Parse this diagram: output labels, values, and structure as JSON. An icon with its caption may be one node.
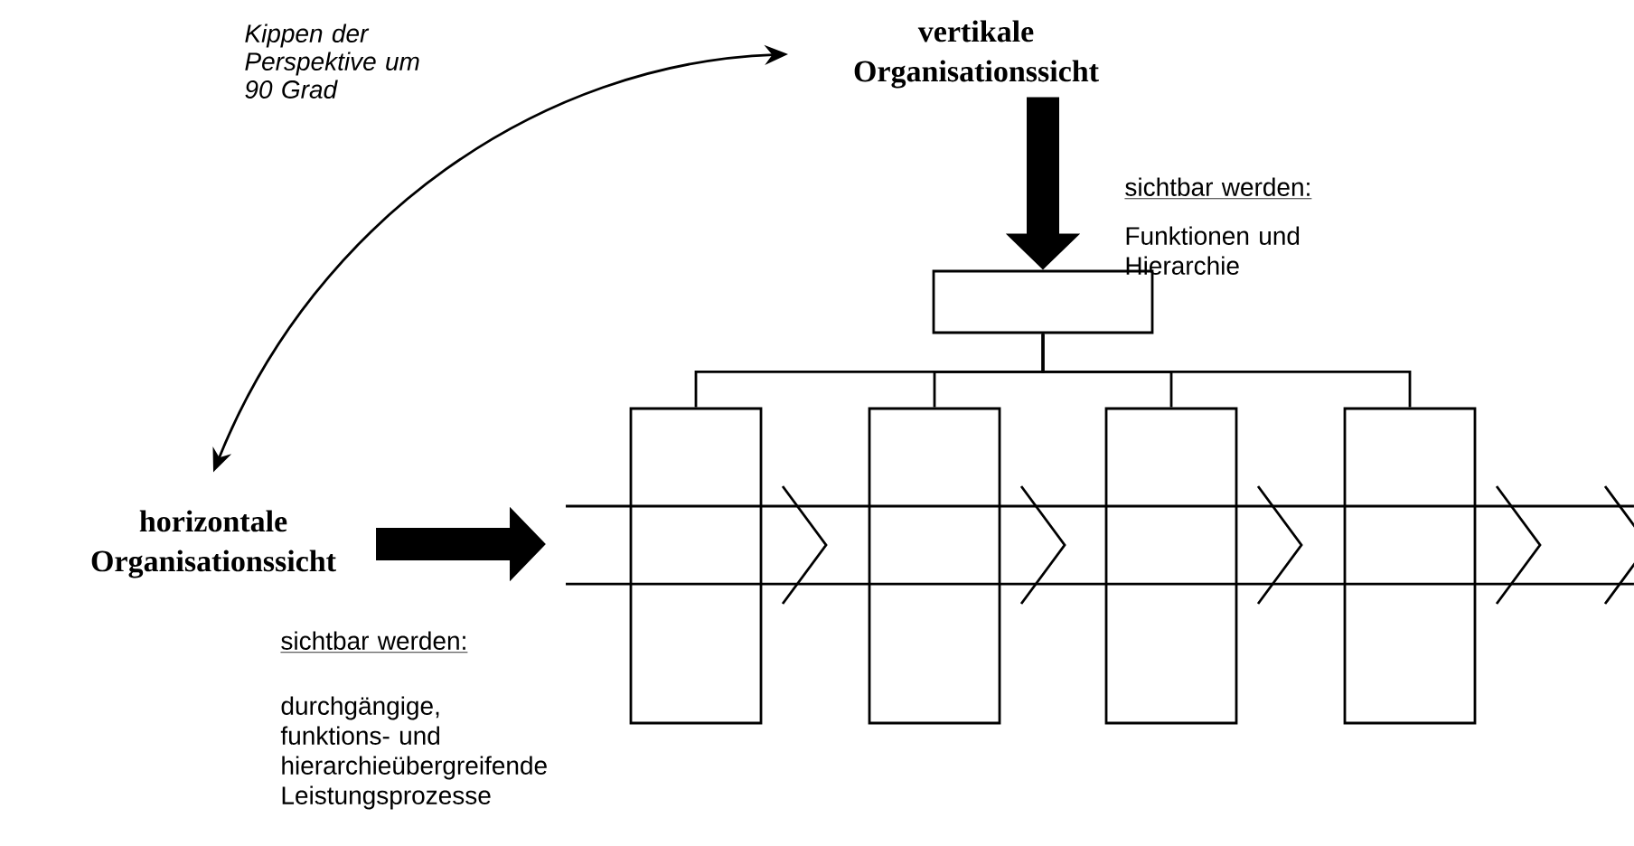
{
  "diagram": {
    "nodes": [
      {
        "text": [
          "vertikale Organisationssicht"
        ]
      },
      {
        "text": [
          "horizontale Organisationssicht"
        ]
      },
      {
        "text": [],
        "shape": "box"
      },
      {
        "text": [],
        "shape": "box"
      },
      {
        "text": [],
        "shape": "box"
      },
      {
        "text": [],
        "shape": "box"
      },
      {
        "text": [],
        "shape": "box"
      }
    ],
    "edges": [
      {
        "from": 1,
        "to": 0,
        "arrow": "both",
        "label": "Kippen der Perspektive um 90 Grad"
      },
      {
        "from": 0,
        "to": 2,
        "arrow": "to",
        "style": "thick"
      },
      {
        "from": 1,
        "to": null,
        "arrow": "to",
        "style": "thick"
      },
      {
        "from": 2,
        "to": 3,
        "arrow": "none"
      },
      {
        "from": 2,
        "to": 4,
        "arrow": "none"
      },
      {
        "from": 2,
        "to": 5,
        "arrow": "none"
      },
      {
        "from": 2,
        "to": 6,
        "arrow": "none"
      }
    ],
    "labels": [
      "sichtbar werden:",
      "Funktionen und Hierarchie",
      "sichtbar werden:",
      "durchgängige, funktions- und hierarchieübergreifende Leistungsprozesse"
    ]
  }
}
